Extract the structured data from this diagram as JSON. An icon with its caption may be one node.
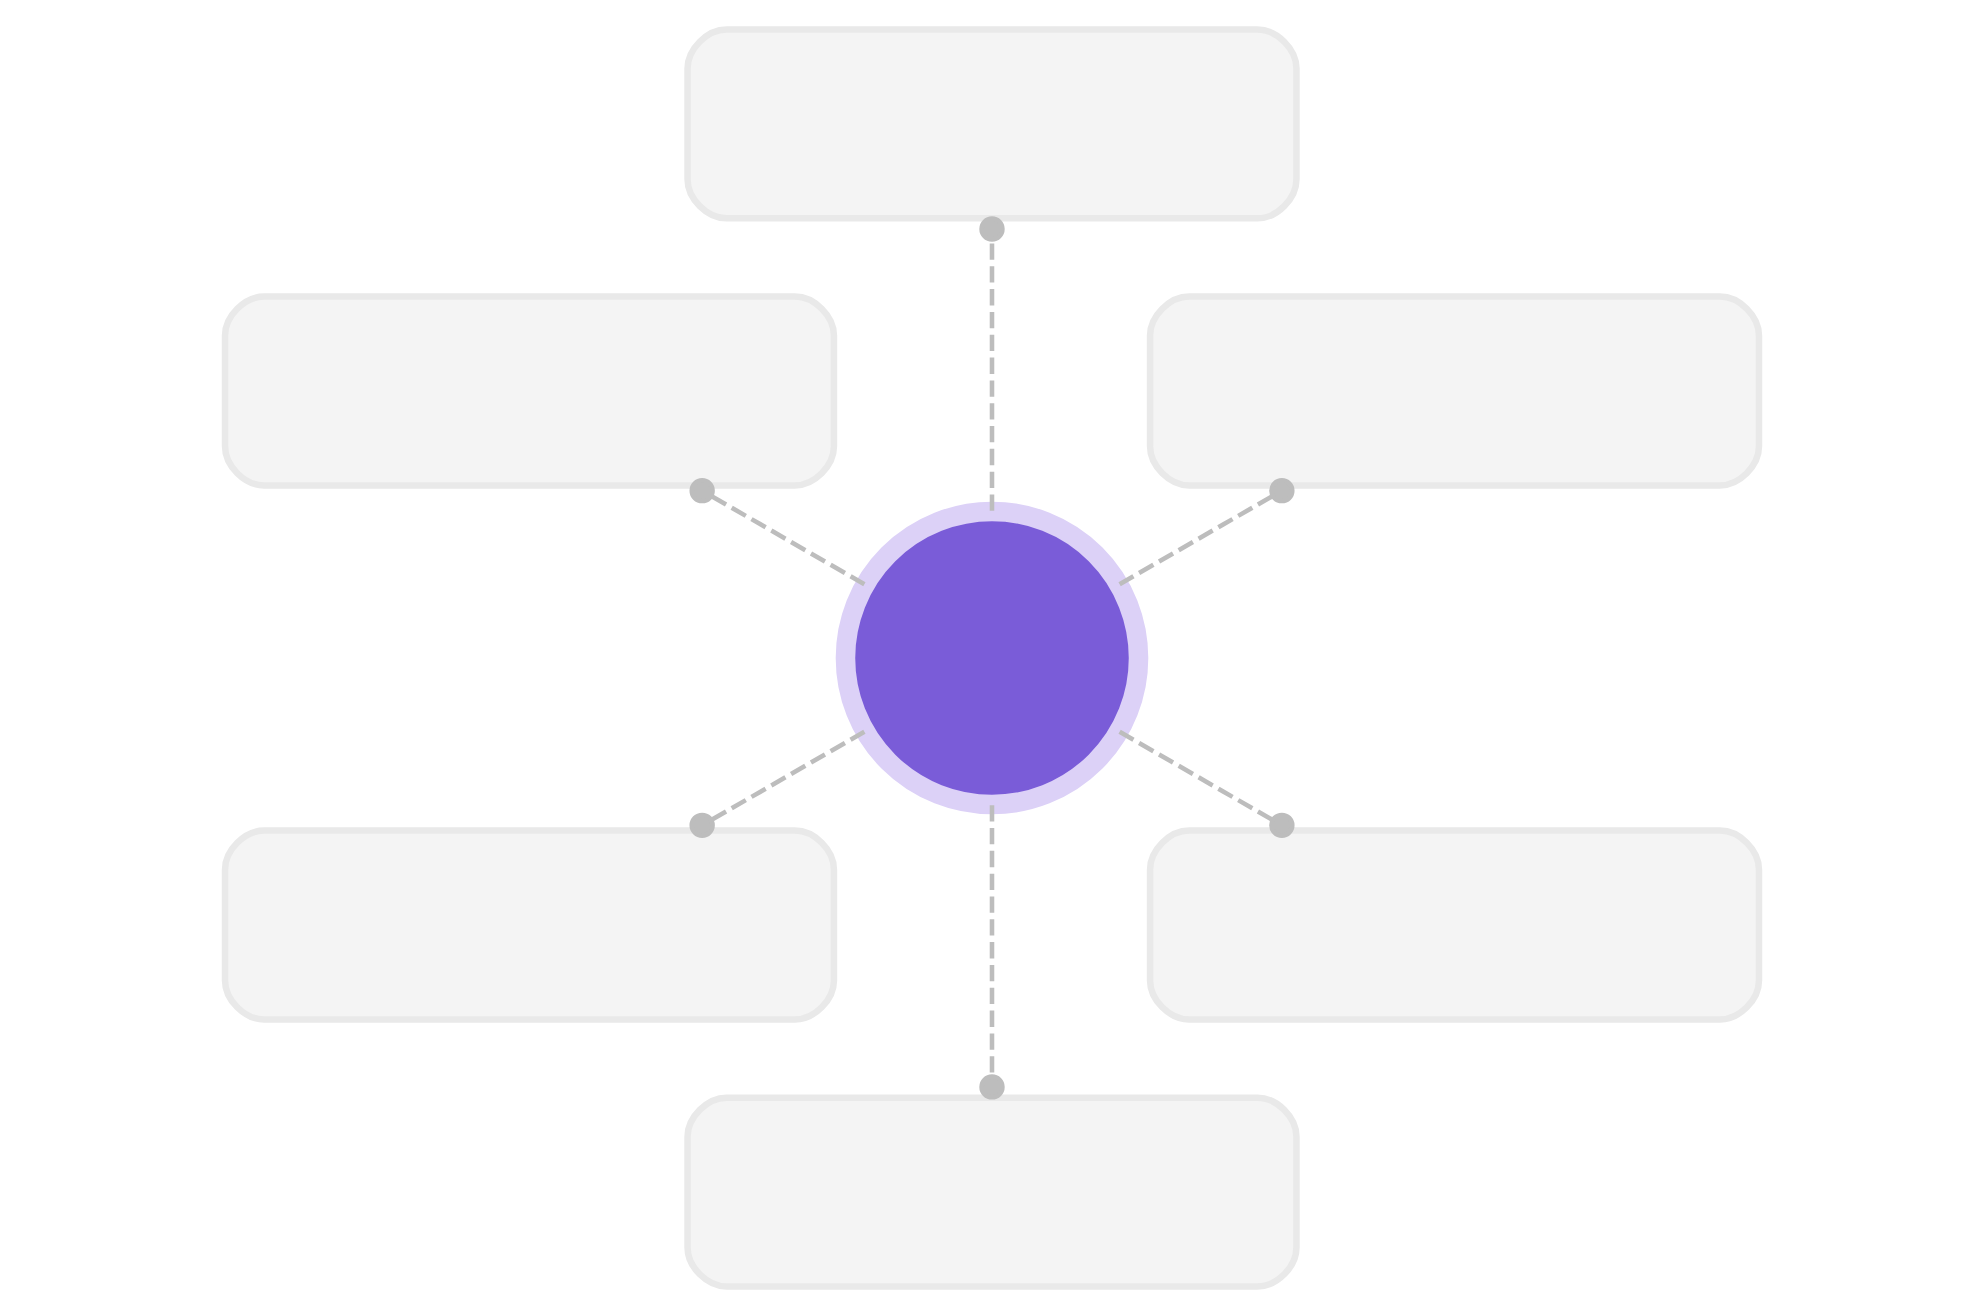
{
  "diagram": {
    "nodes": [
      {
        "text": [],
        "shape": "box"
      },
      {
        "text": [],
        "shape": "box"
      },
      {
        "text": [],
        "shape": "box"
      },
      {
        "text": [],
        "shape": "box"
      },
      {
        "text": [],
        "shape": "circle"
      },
      {
        "text": [],
        "shape": "box"
      },
      {
        "text": [],
        "shape": "box"
      }
    ],
    "edges": [
      {
        "from": 4,
        "to": 0,
        "arrow": "other",
        "style": "dashed"
      },
      {
        "from": 4,
        "to": 1,
        "arrow": "other",
        "style": "dashed"
      },
      {
        "from": 4,
        "to": 2,
        "arrow": "other",
        "style": "dashed"
      },
      {
        "from": 4,
        "to": 3,
        "arrow": "other",
        "style": "dashed"
      },
      {
        "from": 4,
        "to": 5,
        "arrow": "other",
        "style": "dashed"
      },
      {
        "from": 4,
        "to": 6,
        "arrow": "other",
        "style": "dashed"
      }
    ]
  }
}
